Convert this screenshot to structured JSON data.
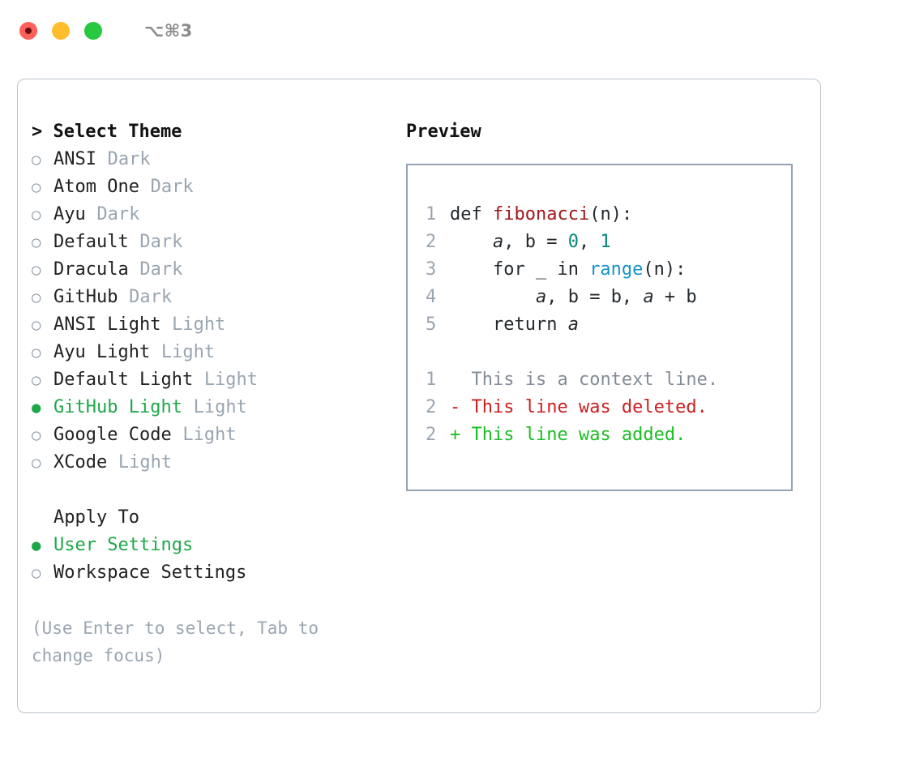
{
  "titlebar": {
    "shortcut": "⌥⌘3",
    "buttons": [
      {
        "name": "close",
        "color": "#ff6059"
      },
      {
        "name": "minimize",
        "color": "#ffbd2e"
      },
      {
        "name": "zoom",
        "color": "#28c840"
      }
    ]
  },
  "theme_panel": {
    "header": "> Select Theme",
    "items": [
      {
        "marker": "○",
        "name": "ANSI",
        "variant": "Dark",
        "selected": false
      },
      {
        "marker": "○",
        "name": "Atom One",
        "variant": "Dark",
        "selected": false
      },
      {
        "marker": "○",
        "name": "Ayu",
        "variant": "Dark",
        "selected": false
      },
      {
        "marker": "○",
        "name": "Default",
        "variant": "Dark",
        "selected": false
      },
      {
        "marker": "○",
        "name": "Dracula",
        "variant": "Dark",
        "selected": false
      },
      {
        "marker": "○",
        "name": "GitHub",
        "variant": "Dark",
        "selected": false
      },
      {
        "marker": "○",
        "name": "ANSI Light",
        "variant": "Light",
        "selected": false
      },
      {
        "marker": "○",
        "name": "Ayu Light",
        "variant": "Light",
        "selected": false
      },
      {
        "marker": "○",
        "name": "Default Light",
        "variant": "Light",
        "selected": false
      },
      {
        "marker": "●",
        "name": "GitHub Light",
        "variant": "Light",
        "selected": true
      },
      {
        "marker": "○",
        "name": "Google Code",
        "variant": "Light",
        "selected": false
      },
      {
        "marker": "○",
        "name": "XCode",
        "variant": "Light",
        "selected": false
      }
    ]
  },
  "apply_to": {
    "header": "Apply To",
    "items": [
      {
        "marker": "●",
        "name": "User Settings",
        "selected": true
      },
      {
        "marker": "○",
        "name": "Workspace Settings",
        "selected": false
      }
    ]
  },
  "hint": "(Use Enter to select, Tab to change focus)",
  "preview": {
    "header": "Preview",
    "code_lines": [
      {
        "num": "1",
        "segments": [
          {
            "text": "def ",
            "style": "plain"
          },
          {
            "text": "fibonacci",
            "style": "fn"
          },
          {
            "text": "(n):",
            "style": "plain"
          }
        ]
      },
      {
        "num": "2",
        "segments": [
          {
            "text": "    ",
            "style": "plain"
          },
          {
            "text": "a",
            "style": "var"
          },
          {
            "text": ", b = ",
            "style": "plain"
          },
          {
            "text": "0",
            "style": "num"
          },
          {
            "text": ", ",
            "style": "plain"
          },
          {
            "text": "1",
            "style": "num"
          }
        ]
      },
      {
        "num": "3",
        "segments": [
          {
            "text": "    for _ in ",
            "style": "plain"
          },
          {
            "text": "range",
            "style": "call"
          },
          {
            "text": "(n):",
            "style": "plain"
          }
        ]
      },
      {
        "num": "4",
        "segments": [
          {
            "text": "        ",
            "style": "plain"
          },
          {
            "text": "a",
            "style": "var"
          },
          {
            "text": ", b = b, ",
            "style": "plain"
          },
          {
            "text": "a",
            "style": "var"
          },
          {
            "text": " + b",
            "style": "plain"
          }
        ]
      },
      {
        "num": "5",
        "segments": [
          {
            "text": "    return ",
            "style": "plain"
          },
          {
            "text": "a",
            "style": "var"
          }
        ]
      }
    ],
    "diff_lines": [
      {
        "num": "1",
        "sign": "  ",
        "text": "This is a context line.",
        "kind": "ctx"
      },
      {
        "num": "2",
        "sign": "- ",
        "text": "This line was deleted.",
        "kind": "del"
      },
      {
        "num": "2",
        "sign": "+ ",
        "text": "This line was added.",
        "kind": "add"
      }
    ]
  },
  "colors": {
    "accent_green": "#1fa84a",
    "muted": "#9aa5b1",
    "fn_red": "#a3171b",
    "num_teal": "#09857a",
    "call_blue": "#1793c7",
    "diff_del": "#cc2020",
    "diff_add": "#1dbd24",
    "border": "#b9c2cc"
  }
}
